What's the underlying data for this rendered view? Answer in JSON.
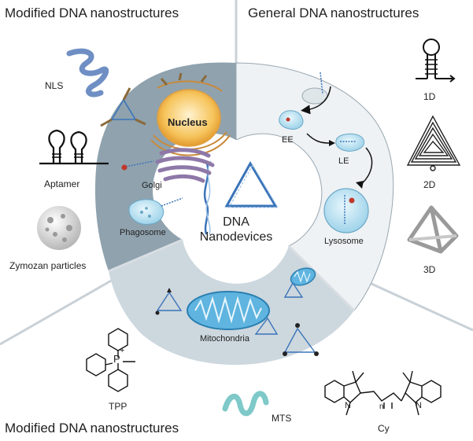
{
  "sections": {
    "top_left": "Modified DNA nanostructures",
    "top_right": "General DNA nanostructures",
    "bottom": "Modified DNA nanostructures"
  },
  "center": {
    "line1": "DNA",
    "line2": "Nanodevices"
  },
  "top_left_items": {
    "nls": "NLS",
    "aptamer": "Aptamer",
    "zymozan": "Zymozan particles"
  },
  "cell_top_left": {
    "nucleus": "Nucleus",
    "golgi": "Golgi",
    "phagosome": "Phagosome"
  },
  "cell_top_right": {
    "ee": "EE",
    "le": "LE",
    "lysosome": "Lysosome"
  },
  "right_items": {
    "d1": "1D",
    "d2": "2D",
    "d3": "3D"
  },
  "cell_bottom": {
    "mitochondria": "Mitochondria"
  },
  "bottom_items": {
    "tpp": "TPP",
    "mts": "MTS",
    "cy": "Cy",
    "tpp_charge": "+",
    "tpp_atom": "P",
    "cy_n": "N",
    "cy_index": "n"
  },
  "colors": {
    "cell_left": "#8fa2ae",
    "cell_right": "#eef2f4",
    "cell_bottom": "#cdd7de",
    "divider": "#cfd6db",
    "dna_blue": "#3a74b8",
    "nucleus": "#f4c15a",
    "golgi": "#8e78a8",
    "vesicle": "#bfe4f2",
    "mito": "#5fb4e0"
  }
}
